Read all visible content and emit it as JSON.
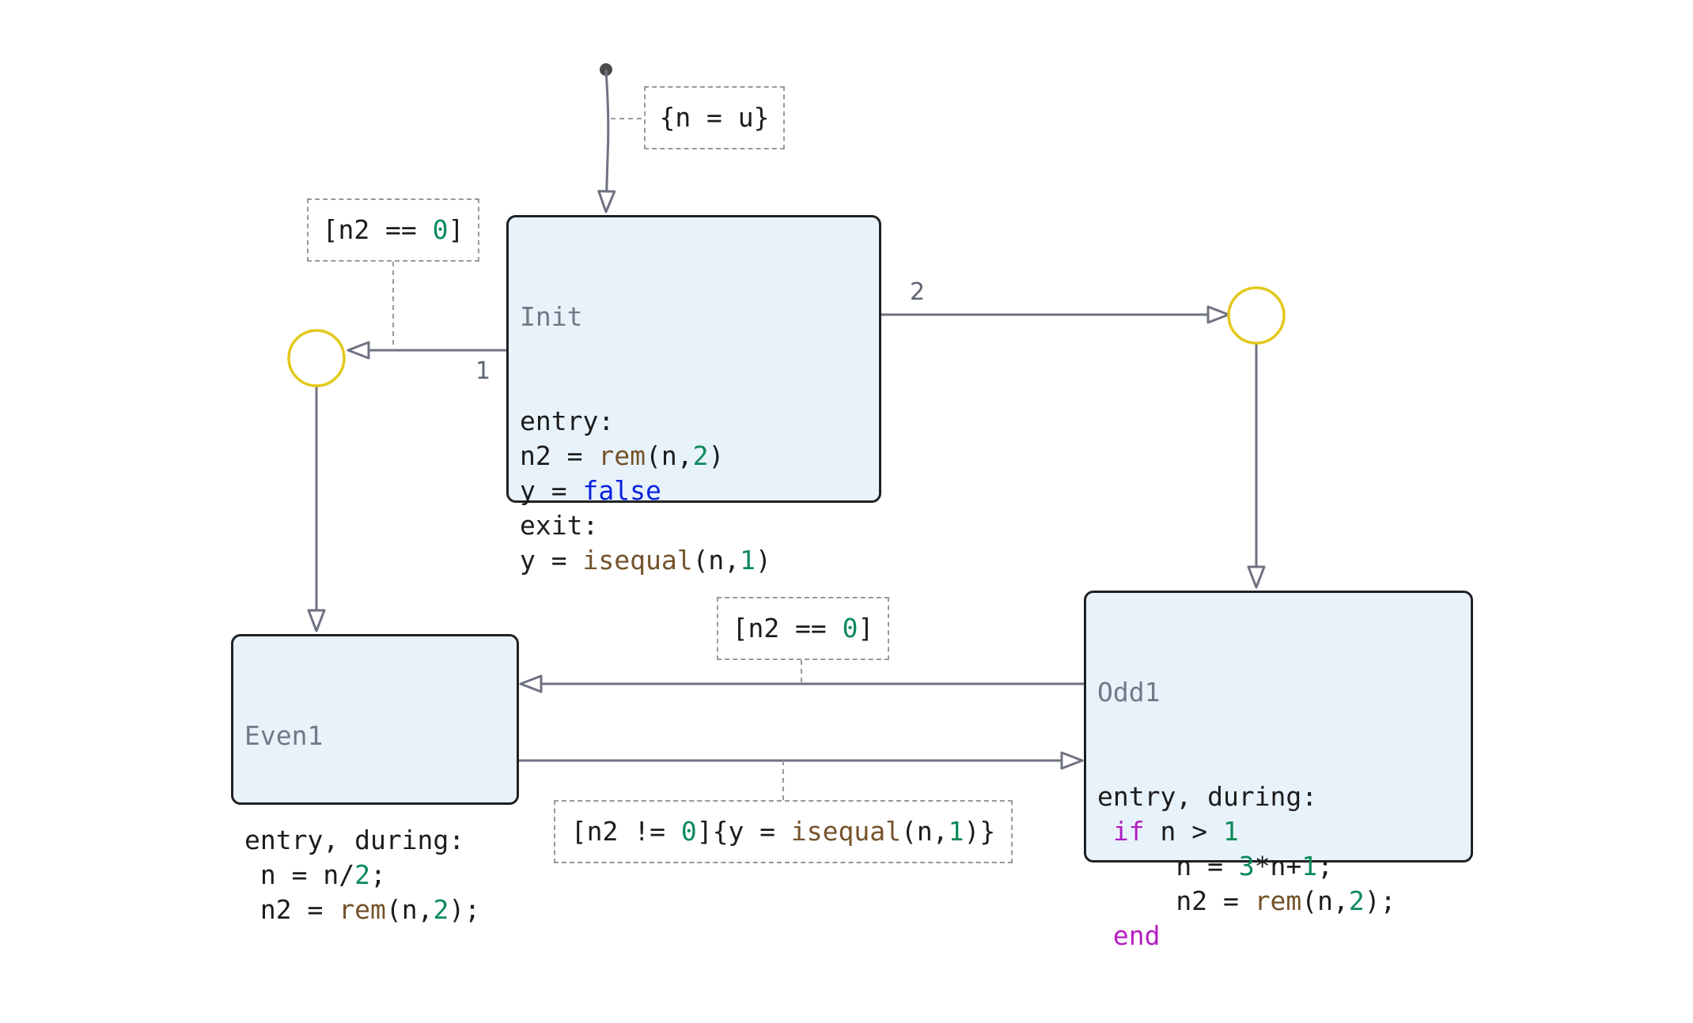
{
  "states": {
    "init": {
      "title": "Init",
      "lines": [
        [
          [
            "tx",
            "entry:"
          ]
        ],
        [
          [
            "tx",
            "n2 = "
          ],
          [
            "fn",
            "rem"
          ],
          [
            "tx",
            "(n,"
          ],
          [
            "num",
            "2"
          ],
          [
            "tx",
            ")"
          ]
        ],
        [
          [
            "tx",
            "y = "
          ],
          [
            "kw",
            "false"
          ]
        ],
        [
          [
            "tx",
            "exit:"
          ]
        ],
        [
          [
            "tx",
            "y = "
          ],
          [
            "fn",
            "isequal"
          ],
          [
            "tx",
            "(n,"
          ],
          [
            "num",
            "1"
          ],
          [
            "tx",
            ")"
          ]
        ]
      ]
    },
    "even1": {
      "title": "Even1",
      "lines": [
        [
          [
            "tx",
            "entry, during:"
          ]
        ],
        [
          [
            "tx",
            " n = n/"
          ],
          [
            "num",
            "2"
          ],
          [
            "tx",
            ";"
          ]
        ],
        [
          [
            "tx",
            " n2 = "
          ],
          [
            "fn",
            "rem"
          ],
          [
            "tx",
            "(n,"
          ],
          [
            "num",
            "2"
          ],
          [
            "tx",
            ");"
          ]
        ]
      ]
    },
    "odd1": {
      "title": "Odd1",
      "lines": [
        [
          [
            "tx",
            "entry, during:"
          ]
        ],
        [
          [
            "tx",
            " "
          ],
          [
            "ctl",
            "if"
          ],
          [
            "tx",
            " n > "
          ],
          [
            "num",
            "1"
          ]
        ],
        [
          [
            "tx",
            "     n = "
          ],
          [
            "num",
            "3"
          ],
          [
            "tx",
            "*n+"
          ],
          [
            "num",
            "1"
          ],
          [
            "tx",
            ";"
          ]
        ],
        [
          [
            "tx",
            "     n2 = "
          ],
          [
            "fn",
            "rem"
          ],
          [
            "tx",
            "(n,"
          ],
          [
            "num",
            "2"
          ],
          [
            "tx",
            ");"
          ]
        ],
        [
          [
            "tx",
            " "
          ],
          [
            "ctl",
            "end"
          ]
        ]
      ]
    }
  },
  "labels": {
    "default_action": [
      [
        "tx",
        "{n = u}"
      ]
    ],
    "guard_even_top": [
      [
        "tx",
        "[n2 == "
      ],
      [
        "num",
        "0"
      ],
      [
        "tx",
        "]"
      ]
    ],
    "guard_mid": [
      [
        "tx",
        "[n2 == "
      ],
      [
        "num",
        "0"
      ],
      [
        "tx",
        "]"
      ]
    ],
    "guard_bottom": [
      [
        "tx",
        "[n2 != "
      ],
      [
        "num",
        "0"
      ],
      [
        "tx",
        "]{y = "
      ],
      [
        "fn",
        "isequal"
      ],
      [
        "tx",
        "(n,"
      ],
      [
        "num",
        "1"
      ],
      [
        "tx",
        ")}"
      ]
    ]
  },
  "transition_order": {
    "first": "1",
    "second": "2"
  },
  "colors": {
    "state_fill": "#e8f2fb",
    "state_border": "#1f2124",
    "edge": "#6e7281",
    "junction": "#e3c81b",
    "dashed": "#9a9a9a"
  }
}
